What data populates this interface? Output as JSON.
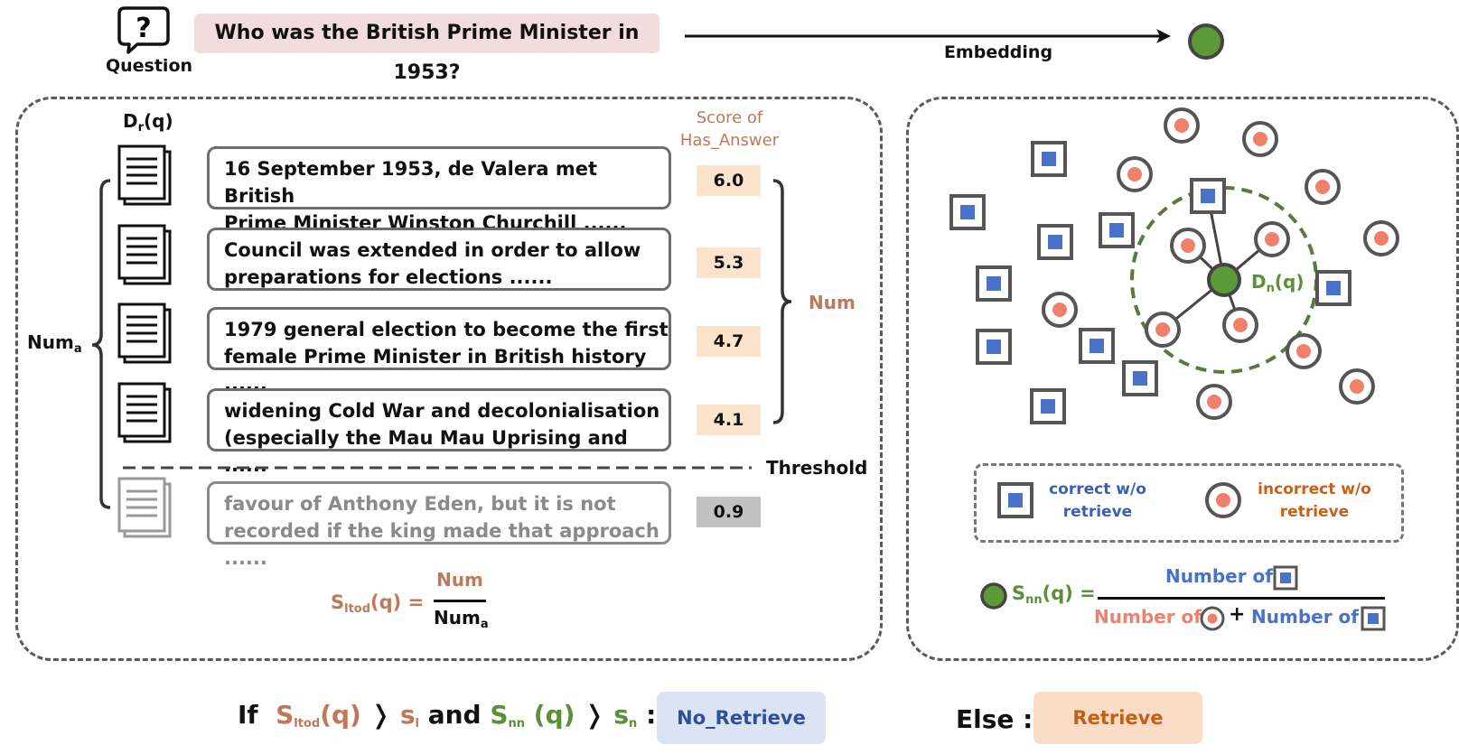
{
  "question": {
    "text": "Who was the British Prime Minister in 1953?",
    "label": "Question",
    "icon": "question-bubble-icon"
  },
  "embedding_label": "Embedding",
  "left_panel": {
    "dr_label_main": "D",
    "dr_label_sub": "r",
    "dr_label_tail": "(q)",
    "score_header_line1": "Score of",
    "score_header_line2": "Has_Answer",
    "documents": [
      {
        "line1": "16 September 1953, de Valera met British",
        "line2": "Prime Minister Winston Churchill ......",
        "score": "6.0"
      },
      {
        "line1": "Council was extended in order to allow",
        "line2": "preparations for elections ......",
        "score": "5.3"
      },
      {
        "line1": "1979 general election to become the first",
        "line2": "female Prime Minister in British history ......",
        "score": "4.7"
      },
      {
        "line1": "widening Cold War and decolonialisation",
        "line2": "(especially the Mau Mau Uprising and ......",
        "score": "4.1"
      },
      {
        "line1": "favour of Anthony Eden, but it is not",
        "line2": "recorded if the king made that approach ......",
        "score": "0.9"
      }
    ],
    "num_a_main": "Num",
    "num_a_sub": "a",
    "num_label": "Num",
    "threshold_label": "Threshold",
    "formula": {
      "lhs_main": "S",
      "lhs_sub": "ltod",
      "lhs_tail": "(q) =",
      "numerator": "Num",
      "denominator_main": "Num",
      "denominator_sub": "a"
    }
  },
  "right_panel": {
    "dn_label_main": "D",
    "dn_label_sub": "n",
    "dn_label_tail": "(q)",
    "legend": {
      "correct_line1": "correct w/o",
      "correct_line2": "retrieve",
      "incorrect_line1": "incorrect w/o",
      "incorrect_line2": "retrieve"
    },
    "formula": {
      "lhs_main": "S",
      "lhs_sub": "nn",
      "lhs_tail": "(q) =",
      "numerator": "Number of",
      "denominator_a": "Number of",
      "plus": "+",
      "denominator_b": "Number of"
    }
  },
  "bottom": {
    "if": "If",
    "s_ltod_main": "S",
    "s_ltod_sub": "ltod",
    "s_ltod_tail": "(q)",
    "gt1": "❭",
    "sl_main": "s",
    "sl_sub": "l",
    "and": "and",
    "s_nn_main": "S",
    "s_nn_sub": "nn",
    "s_nn_tail": "(q)",
    "gt2": "❭",
    "sn_main": "s",
    "sn_sub": "n",
    "colon": ":",
    "no_retrieve": "No_Retrieve",
    "else": "Else :",
    "retrieve": "Retrieve"
  },
  "colors": {
    "green": "#5b8f3a",
    "blue": "#4a72c9",
    "salmon": "#f0806a",
    "orange": "#c0775a"
  }
}
